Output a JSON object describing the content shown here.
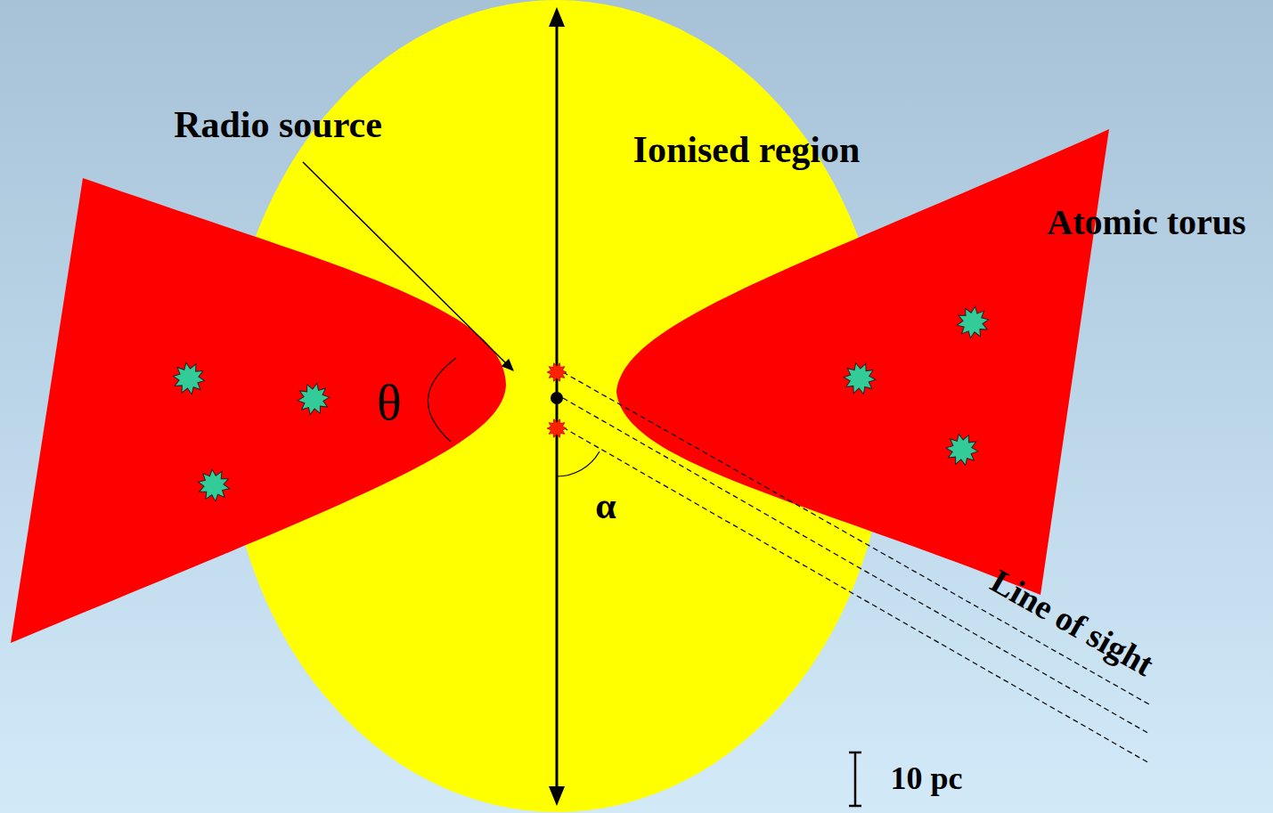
{
  "diagram": {
    "labels": [
      "Radio source",
      "Ionised region",
      "Atomic torus",
      "θ",
      "α",
      "Line of sight",
      "10 pc"
    ]
  }
}
